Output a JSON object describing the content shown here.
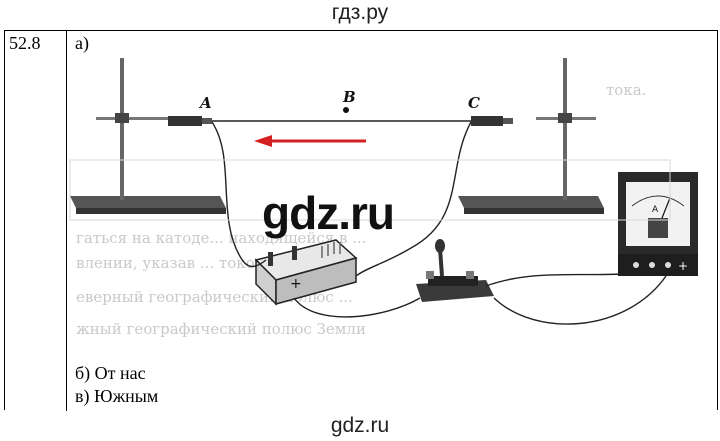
{
  "header": {
    "site": "гдз.ру"
  },
  "footer": {
    "site": "gdz.ru"
  },
  "task": {
    "number": "52.8",
    "part_a": "а)",
    "answer_b": "б) От нас",
    "answer_v": "в) Южным"
  },
  "figure": {
    "point_a": "A",
    "point_b": "B",
    "point_c": "C",
    "watermark": "gdz.ru",
    "arrow_color": "#d42020",
    "faded_lines": [
      "тока.",
      "гаться на катоде... находящейся в ...",
      "влении, указав ... током к ...",
      "еверный географический полюс ...",
      "жный географический полюс Земли"
    ]
  }
}
